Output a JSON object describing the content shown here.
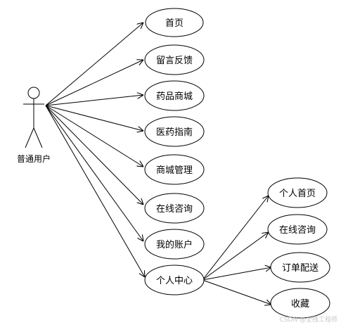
{
  "actor": {
    "name": "普通用户"
  },
  "use_cases": [
    {
      "id": "home",
      "label": "首页"
    },
    {
      "id": "feedback",
      "label": "留言反馈"
    },
    {
      "id": "drug-mall",
      "label": "药品商城"
    },
    {
      "id": "drug-guide",
      "label": "医药指南"
    },
    {
      "id": "mall-manage",
      "label": "商城管理"
    },
    {
      "id": "online-consult",
      "label": "在线咨询"
    },
    {
      "id": "my-account",
      "label": "我的账户"
    },
    {
      "id": "personal-center",
      "label": "个人中心"
    }
  ],
  "sub_use_cases": [
    {
      "id": "personal-home",
      "label": "个人首页"
    },
    {
      "id": "sub-online-consult",
      "label": "在线咨询"
    },
    {
      "id": "order-delivery",
      "label": "订单配送"
    },
    {
      "id": "favorites",
      "label": "收藏"
    }
  ],
  "watermark": "CSDN @全栈工程师"
}
